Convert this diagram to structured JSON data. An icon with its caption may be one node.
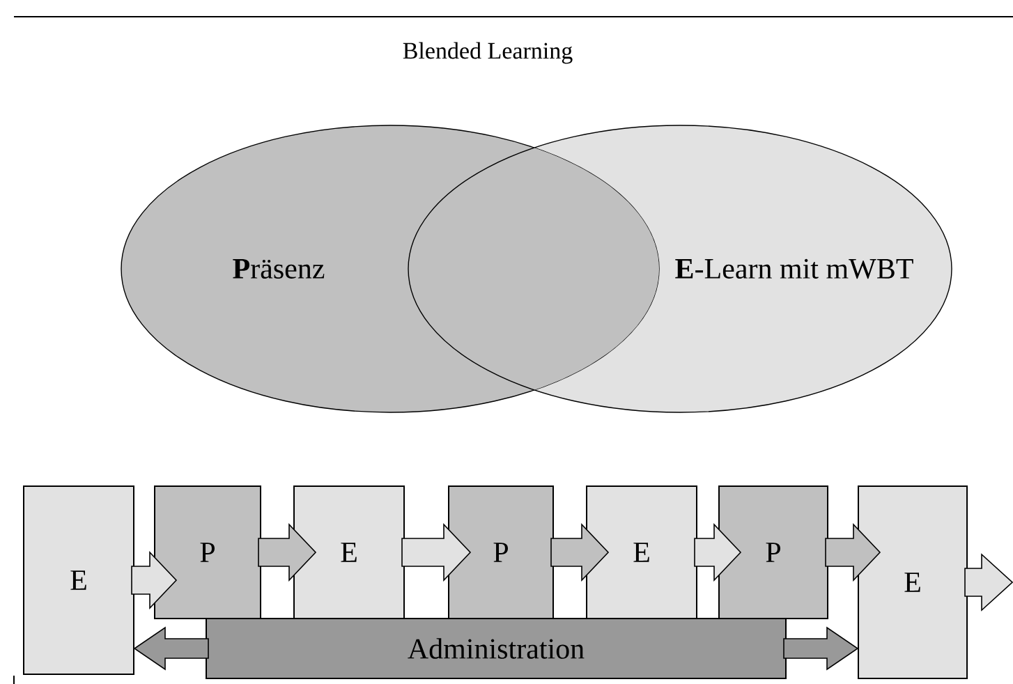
{
  "diagram": {
    "title": "Blended Learning",
    "nodes": [
      {
        "text": [
          "**P**räsenz"
        ]
      },
      {
        "text": [
          "**E**-Learn mit mWBT"
        ]
      },
      {
        "text": [
          "E"
        ]
      },
      {
        "text": [
          "P"
        ]
      },
      {
        "text": [
          "E"
        ]
      },
      {
        "text": [
          "P"
        ]
      },
      {
        "text": [
          "E"
        ]
      },
      {
        "text": [
          "P"
        ]
      },
      {
        "text": [
          "E"
        ]
      },
      {
        "text": [
          "Administration"
        ]
      }
    ],
    "edges": [
      {
        "from": 2,
        "to": 3,
        "arrow": "to"
      },
      {
        "from": 3,
        "to": 4,
        "arrow": "to"
      },
      {
        "from": 4,
        "to": 5,
        "arrow": "to"
      },
      {
        "from": 5,
        "to": 6,
        "arrow": "to"
      },
      {
        "from": 6,
        "to": 7,
        "arrow": "to"
      },
      {
        "from": 7,
        "to": 8,
        "arrow": "to"
      },
      {
        "from": 8,
        "to": null,
        "arrow": "to"
      },
      {
        "from": 9,
        "to": 2,
        "arrow": "to"
      },
      {
        "from": 9,
        "to": 8,
        "arrow": "to"
      }
    ]
  }
}
